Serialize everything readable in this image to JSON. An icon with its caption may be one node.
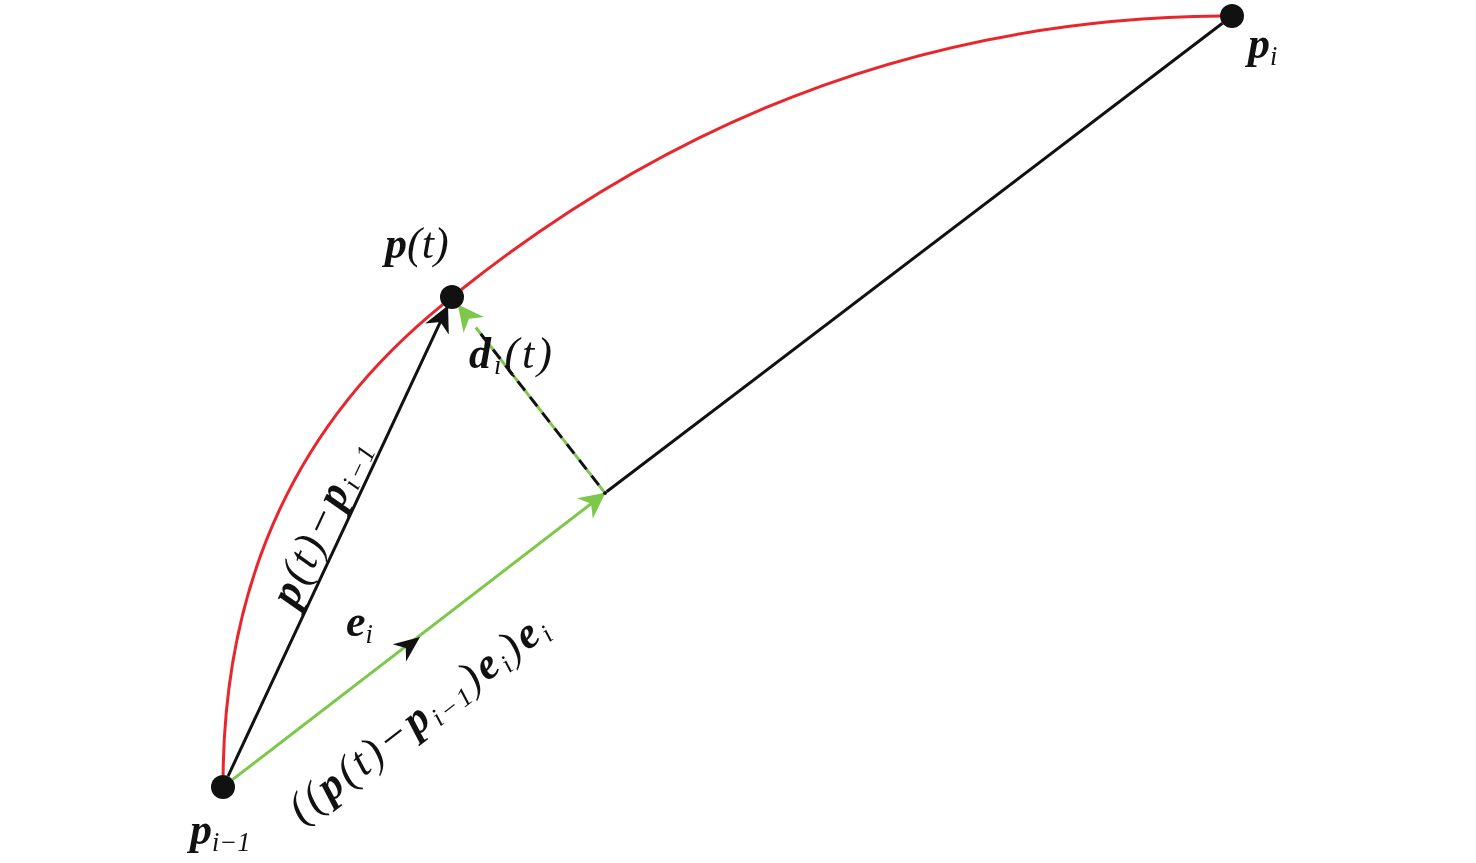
{
  "diagram": {
    "nodes": [
      {
        "text": [],
        "shape": "circle",
        "beside": [
          "**p**$_{i−1}$"
        ]
      },
      {
        "text": [],
        "shape": "circle",
        "beside": [
          "**p**(t)"
        ]
      },
      {
        "text": [],
        "shape": "circle",
        "beside": [
          "**p**$_{i}$"
        ]
      },
      {
        "text": [],
        "shape": "point"
      }
    ],
    "edges": [
      {
        "from": 0,
        "to": 1,
        "arrow": "none",
        "color": "#e8262b"
      },
      {
        "from": 1,
        "to": 2,
        "arrow": "none",
        "color": "#e8262b"
      },
      {
        "from": 0,
        "to": 1,
        "arrow": "to",
        "label": "**p**(t)−**p**$_{i−1}$",
        "color": "#111111"
      },
      {
        "from": 0,
        "to": 3,
        "arrow": "to",
        "label": "((**p**(t)−**p**$_{i−1}$)**e**$_{i}$)**e**$_{i}$",
        "color": "#7dc84a"
      },
      {
        "from": 3,
        "to": 1,
        "arrow": "to",
        "label": "**d**$_{i}$(t)",
        "style": "dashed",
        "color": "#7dc84a"
      },
      {
        "from": 3,
        "to": 2,
        "arrow": "none",
        "color": "#111111"
      }
    ],
    "labels": [
      "**e**$_{i}$"
    ]
  }
}
